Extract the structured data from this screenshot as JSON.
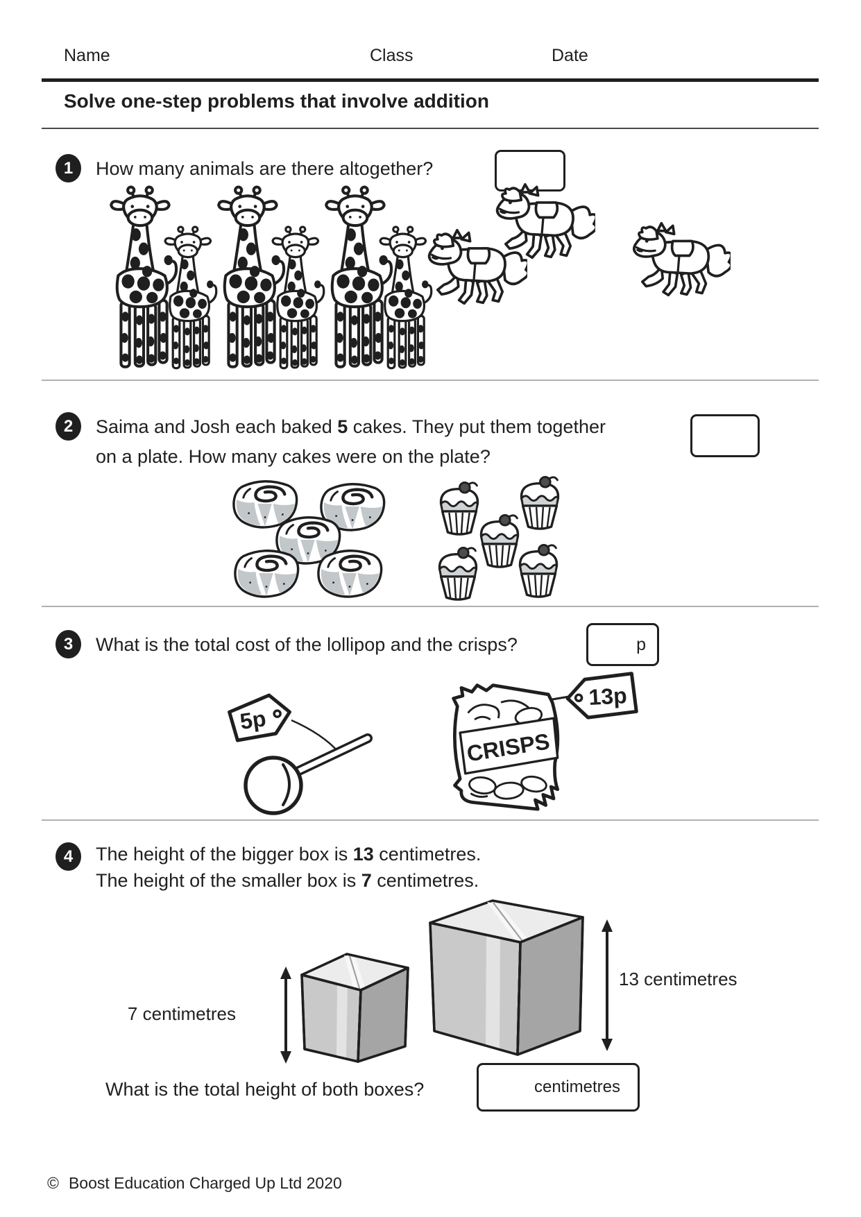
{
  "header": {
    "name_label": "Name",
    "class_label": "Class",
    "date_label": "Date"
  },
  "title": "Solve one-step problems that involve addition",
  "q1": {
    "number": "1",
    "text": "How many animals are there altogether?",
    "answer_value": "",
    "giraffe_count": 6,
    "horse_count": 3
  },
  "q2": {
    "number": "2",
    "line1_pre": "Saima and Josh each baked ",
    "line1_bold": "5",
    "line1_post": " cakes.  They put them together",
    "line2": "on a plate. How many cakes were on the plate?",
    "answer_value": "",
    "swirl_cake_count": 5,
    "cupcake_count": 5
  },
  "q3": {
    "number": "3",
    "text": "What is the total cost of the lollipop and the crisps?",
    "answer_unit": "p",
    "lollipop_price_tag": "5p",
    "crisps_price_tag": "13p",
    "crisps_bag_label": "CRISPS"
  },
  "q4": {
    "number": "4",
    "line1_pre": "The height of the bigger box is ",
    "line1_bold": "13",
    "line1_post": " centimetres.",
    "line2_pre": "The height of the smaller box is ",
    "line2_bold": "7",
    "line2_post": " centimetres.",
    "small_box_height_label": "7 centimetres",
    "big_box_height_label": "13 centimetres",
    "question": "What is the total height of both boxes?",
    "answer_unit": "centimetres"
  },
  "footer": {
    "copyright_symbol": "©",
    "copyright_text": "Boost Education Charged Up Ltd 2020"
  },
  "colors": {
    "ink": "#1f1f1f",
    "divider": "#b0b0b0",
    "icing_gray": "#c2c7ca",
    "box_top": "#ececec",
    "box_front": "#c9c9c9",
    "box_side": "#a5a5a5",
    "box_tape": "#e3e3e3"
  }
}
